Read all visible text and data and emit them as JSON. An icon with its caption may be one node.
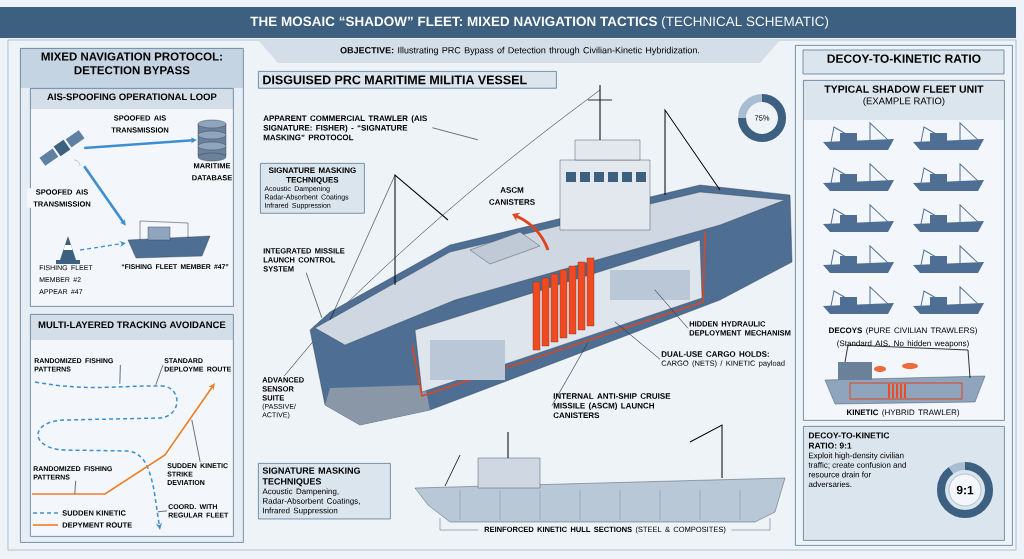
{
  "diagram": {
    "title": "**THE MOSAIC “SHADOW” FLEET: MIXED NAVIGATION TACTICS** (TECHNICAL SCHEMATIC)",
    "nodes": [
      {
        "text": [
          "MIXED NAVIGATION PROTOCOL: DETECTION BYPASS"
        ]
      },
      {
        "text": [
          "AIS-SPOOFING OPERATIONAL LOOP"
        ],
        "in": 0
      },
      {
        "text": [],
        "shape": "picture",
        "in": 1
      },
      {
        "text": [],
        "shape": "cylinder",
        "in": 1,
        "beside": [
          "MARITIME DATABASE"
        ]
      },
      {
        "text": [],
        "shape": "picture",
        "in": 1,
        "beside": [
          "“FISHING FLEET MEMBER #47”"
        ]
      },
      {
        "text": [],
        "shape": "picture",
        "in": 1,
        "beside": [
          "FISHING FLEET MEMBER #2 APPEAR #47"
        ]
      },
      {
        "text": [
          "MULTI-LAYERED TRACKING AVOIDANCE"
        ],
        "in": 0
      },
      {
        "text": [
          "RANDOMIZED FISHING PATTERNS"
        ],
        "in": 6
      },
      {
        "text": [
          "STANDARD DEPLOYME ROUTE"
        ],
        "in": 6
      },
      {
        "text": [
          "RANDOMIZED FISHING PATTERNS"
        ]
      },
      {
        "text": [
          "SUDDEN KINETIC STRIKE DEVIATION"
        ],
        "in": 6
      },
      {
        "text": [
          "COORD. WITH REGULAR FLEET"
        ],
        "in": 6
      },
      {
        "text": [
          "DISGUISED PRC MARITIME MILITIA VESSEL"
        ]
      },
      {
        "text": [
          "APPARENT COMMERCIAL TRAWLER (AIS SIGNATURE: FISHER) - “SIGNATURE MASKING” PROTOCOL"
        ]
      },
      {
        "text": [
          "SIGNATURE MASKING TECHNIQUES",
          "Acoustic Dampening Radar-Absorbent Coatings Infrared Suppression"
        ]
      },
      {
        "text": [
          "INTEGRATED MISSILE LAUNCH CONTROL SYSTEM"
        ]
      },
      {
        "text": [
          "ADVANCED SENSOR SUITE",
          "(PASSIVE/ ACTIVE)"
        ]
      },
      {
        "text": [
          "HIDDEN HYDRAULIC DEPLOYMENT MECHANISM"
        ]
      },
      {
        "text": [
          "DUAL-USE CARGO HOLDS:",
          "CARGO (NETS) / KINETIC payload"
        ]
      },
      {
        "text": [
          "INTERNAL ANTI-SHIP CRUISE MISSILE (ASCM) LAUNCH CANISTERS"
        ]
      },
      {
        "text": [
          "SIGNATURE MASKING TECHNIQUES",
          "Acoustic Dampening, Radar-Absorbent Coatings, Infrared Suppression"
        ]
      },
      {
        "text": [
          "DECOY-TO-KINETIC RATIO"
        ]
      },
      {
        "text": [
          "TYPICAL SHADOW FLEET UNIT",
          "(EXAMPLE RATIO)"
        ],
        "in": 21
      },
      {
        "text": [
          "DECOY-TO-KINETIC RATIO: 9:1",
          "Exploit high-density civilian traffic; create confusion and resource drain for adversaries."
        ],
        "in": 21
      },
      {
        "text": [],
        "shape": "line",
        "in": 6
      },
      {
        "text": [],
        "shape": "line",
        "in": 6
      },
      {
        "text": [],
        "shape": "picture"
      }
    ],
    "edges": [
      {
        "from": 2,
        "to": 3,
        "arrow": "to",
        "label": "SPOOFED AIS TRANSMISSION",
        "style": "thick",
        "color": "#3d8fd1"
      },
      {
        "from": 2,
        "to": 4,
        "arrow": "to",
        "label": "SPOOFED AIS TRANSMISSION",
        "style": "thick",
        "color": "#3d8fd1"
      },
      {
        "from": 5,
        "to": 4,
        "arrow": "to",
        "style": "dashed",
        "color": "#3d8fd1"
      },
      {
        "from": 7,
        "to": 24,
        "arrow": "none"
      },
      {
        "from": 8,
        "to": 24,
        "arrow": "none"
      },
      {
        "from": 9,
        "to": 25,
        "arrow": "none"
      },
      {
        "from": 10,
        "to": 25,
        "arrow": "none"
      },
      {
        "from": 11,
        "to": 24,
        "arrow": "none"
      },
      {
        "from": 13,
        "to": 26,
        "arrow": "none"
      },
      {
        "from": 15,
        "to": 26,
        "arrow": "none"
      },
      {
        "from": 16,
        "to": 26,
        "arrow": "none"
      },
      {
        "from": 17,
        "to": 26,
        "arrow": "none"
      },
      {
        "from": 18,
        "to": 26,
        "arrow": "none"
      },
      {
        "from": 19,
        "to": 26,
        "arrow": "none"
      }
    ],
    "labels": [
      "**OBJECTIVE:** Illustrating PRC Bypass of Detection through Civilian-Kinetic Hybridization.",
      "75%",
      "ASCM CANISTERS",
      "**REINFORCED KINETIC HULL SECTIONS** (STEEL & COMPOSITES)",
      "**DECOYS** (PURE CIVILIAN TRAWLERS)",
      "(Standard AIS, No hidden weapons)",
      "**KINETIC** (HYBRID TRAWLER)",
      "9:1"
    ],
    "legend": [
      {
        "text": "SUDDEN KINETIC"
      },
      {
        "text": "DEPYMENT ROUTE"
      }
    ]
  }
}
